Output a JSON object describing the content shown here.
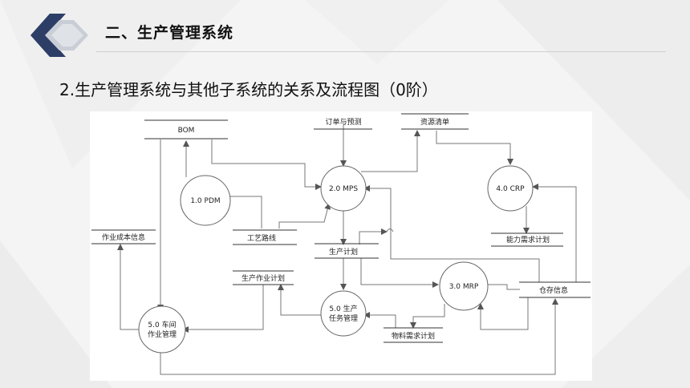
{
  "header": {
    "section_title": "二、生产管理系统"
  },
  "subtitle": "2.生产管理系统与其他子系统的关系及流程图（0阶）",
  "diagram": {
    "processes": {
      "pdm": "1.0 PDM",
      "mps": "2.0 MPS",
      "mrp": "3.0 MRP",
      "crp": "4.0 CRP",
      "task_mgmt_line1": "5.0 生产",
      "task_mgmt_line2": "任务管理",
      "workshop_line1": "5.0 车间",
      "workshop_line2": "作业管理"
    },
    "stores": {
      "bom": "BOM",
      "order_forecast": "订单与预测",
      "resource_list": "资源清单",
      "job_cost": "作业成本信息",
      "routing": "工艺路线",
      "production_plan": "生产计划",
      "capacity_req": "能力需求计划",
      "work_plan": "生产作业计划",
      "warehouse": "仓存信息",
      "material_req": "物料需求计划"
    }
  }
}
